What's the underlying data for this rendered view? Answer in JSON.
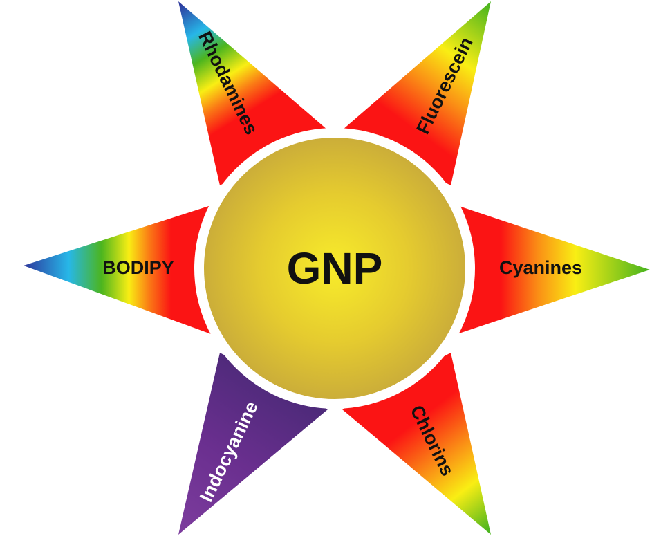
{
  "diagram": {
    "center_label": "GNP",
    "colors": {
      "core_light": "#f8ec2a",
      "core_mid": "#e5cb2f",
      "core_dark": "#c9ab3a",
      "ring": "#ffffff",
      "spectrum_red": "#fb1414",
      "spectrum_orange": "#fa7b15",
      "spectrum_yellow": "#f9ee14",
      "spectrum_green": "#4cb51e",
      "spectrum_cyan": "#27b7e8",
      "spectrum_blue": "#2d3a9e",
      "indocyanine_purple": "#6a2f8f",
      "dark_text": "#111111",
      "light_text": "#ffffff"
    },
    "rays": [
      {
        "key": "rhodamines",
        "label": "Rhodamines"
      },
      {
        "key": "fluorescein",
        "label": "Fluorescein"
      },
      {
        "key": "cyanines",
        "label": "Cyanines"
      },
      {
        "key": "chlorins",
        "label": "Chlorins"
      },
      {
        "key": "indocyanine",
        "label": "Indocyanine"
      },
      {
        "key": "bodipy",
        "label": "BODIPY"
      }
    ]
  }
}
